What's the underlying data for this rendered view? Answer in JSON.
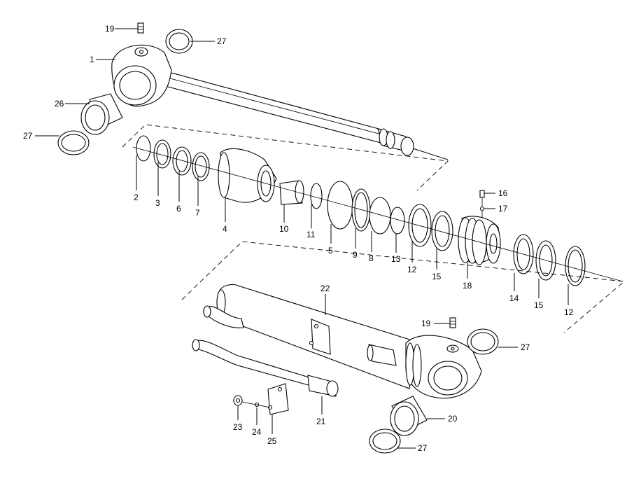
{
  "labels": {
    "l1": "1",
    "l2": "2",
    "l3": "3",
    "l4": "4",
    "l5": "5",
    "l6": "6",
    "l7": "7",
    "l8": "8",
    "l9": "9",
    "l10": "10",
    "l11": "11",
    "l12a": "12",
    "l12b": "12",
    "l13": "13",
    "l14": "14",
    "l15a": "15",
    "l15b": "15",
    "l16": "16",
    "l17": "17",
    "l18": "18",
    "l19a": "19",
    "l19b": "19",
    "l20": "20",
    "l21": "21",
    "l22": "22",
    "l23": "23",
    "l24": "24",
    "l25": "25",
    "l26": "26",
    "l27a": "27",
    "l27b": "27",
    "l27c": "27",
    "l27d": "27"
  }
}
